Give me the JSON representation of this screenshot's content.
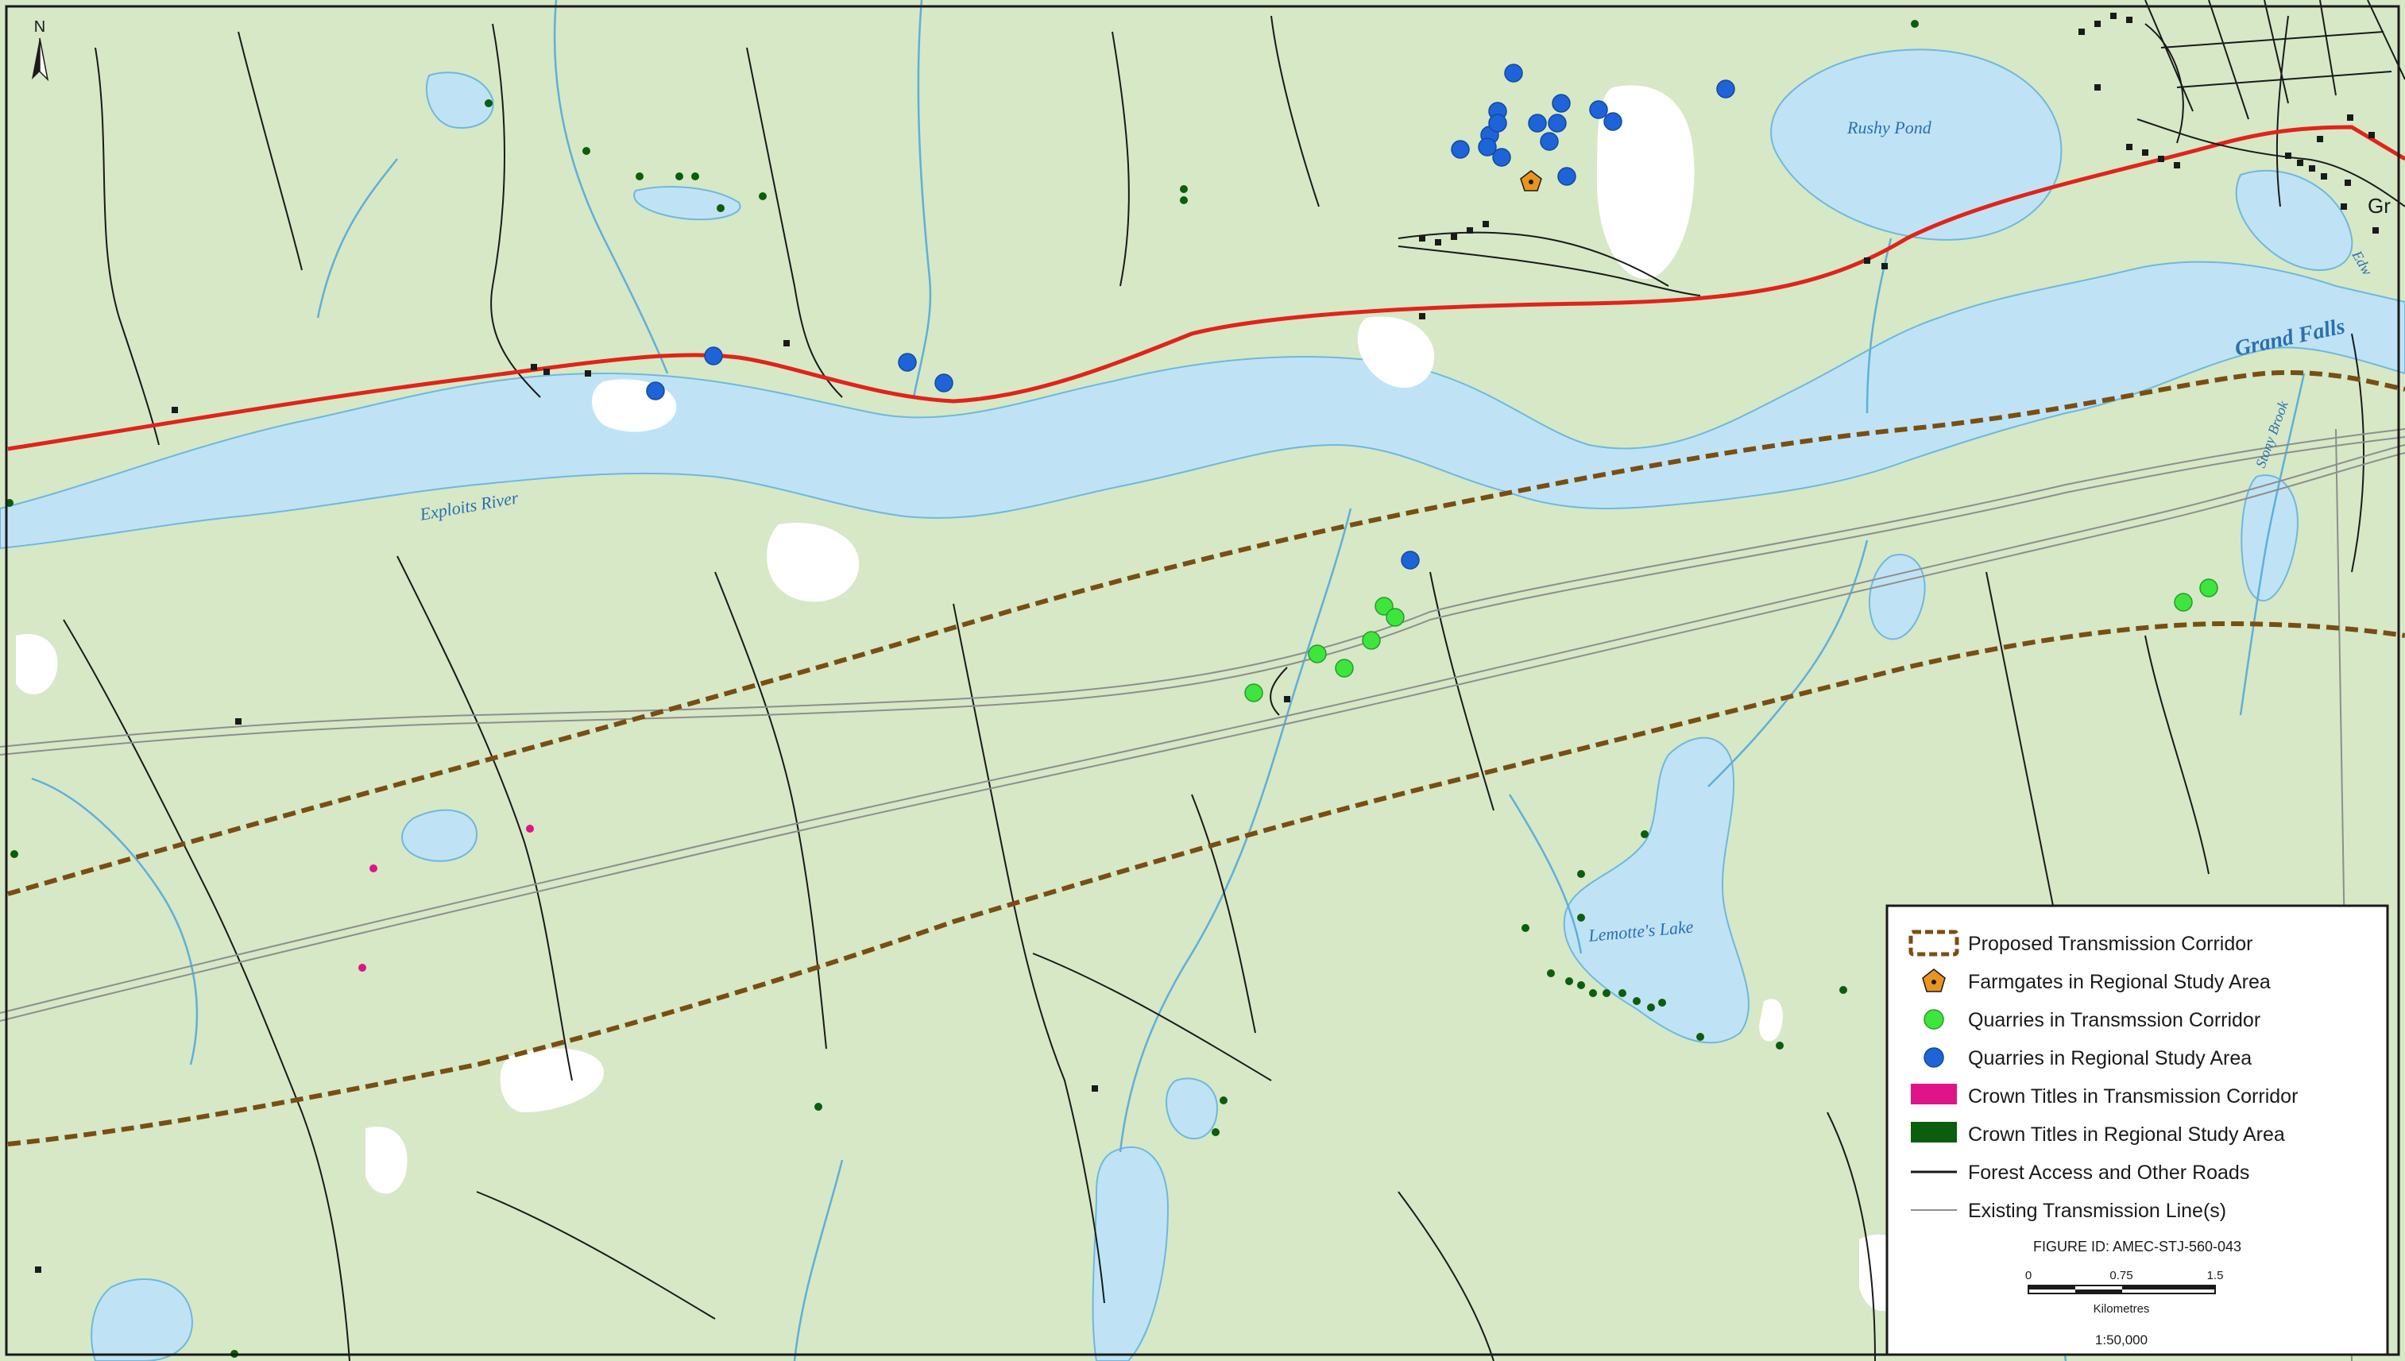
{
  "map": {
    "north_label": "N",
    "colors": {
      "land": "#d6e8c6",
      "water": "#bfe3f5",
      "stream": "#5eb0da",
      "clearing": "#ffffff",
      "road": "#1a1a1a",
      "highway": "#e0241b",
      "corridor": "#7a4e12",
      "existing_line": "#8e8e8e",
      "quarry_corridor": "#3ce63c",
      "quarry_regional": "#1f63d8",
      "crown_corridor": "#e0148a",
      "crown_regional": "#0b5e0b",
      "farmgate": "#e8941e"
    },
    "labels": {
      "exploits_river": "Exploits River",
      "rushy_pond": "Rushy Pond",
      "grand_falls": "Grand Falls",
      "stony_brook": "Stony Brook",
      "lemottes_lake": "Lemotte's Lake",
      "gr_partial": "Gr",
      "edge_partial": "Edw"
    }
  },
  "legend": {
    "items": [
      {
        "label": "Proposed Transmission Corridor",
        "symbol": "corridor"
      },
      {
        "label": "Farmgates in Regional Study Area",
        "symbol": "farmgate"
      },
      {
        "label": "Quarries in Transmssion Corridor",
        "symbol": "quarry-corridor"
      },
      {
        "label": "Quarries in Regional Study Area",
        "symbol": "quarry-regional"
      },
      {
        "label": "Crown Titles in Transmission Corridor",
        "symbol": "crown-corridor"
      },
      {
        "label": "Crown Titles in Regional Study Area",
        "symbol": "crown-regional"
      },
      {
        "label": "Forest Access and Other Roads",
        "symbol": "road"
      },
      {
        "label": "Existing Transmission Line(s)",
        "symbol": "existing-line"
      }
    ],
    "figure_id": "FIGURE ID:  AMEC-STJ-560-043",
    "scale_ticks": [
      "0",
      "0.75",
      "1.5"
    ],
    "scale_unit": "Kilometres",
    "scale_ratio": "1:50,000"
  }
}
